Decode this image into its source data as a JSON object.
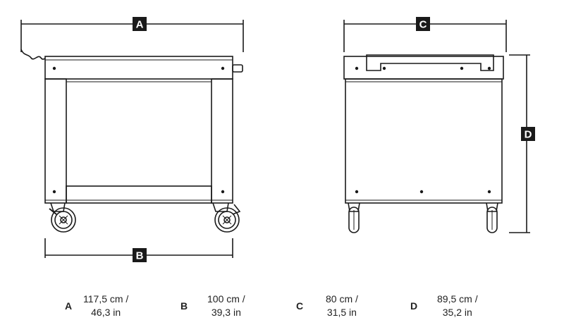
{
  "dimensions": [
    {
      "key": "A",
      "metric": "117,5 cm /",
      "imperial": "46,3 in"
    },
    {
      "key": "B",
      "metric": "100 cm /",
      "imperial": "39,3 in"
    },
    {
      "key": "C",
      "metric": "80 cm /",
      "imperial": "31,5 in"
    },
    {
      "key": "D",
      "metric": "89,5 cm /",
      "imperial": "35,2 in"
    }
  ],
  "colors": {
    "line": "#1a1a1a",
    "label_bg": "#1a1a1a",
    "label_text": "#ffffff"
  }
}
